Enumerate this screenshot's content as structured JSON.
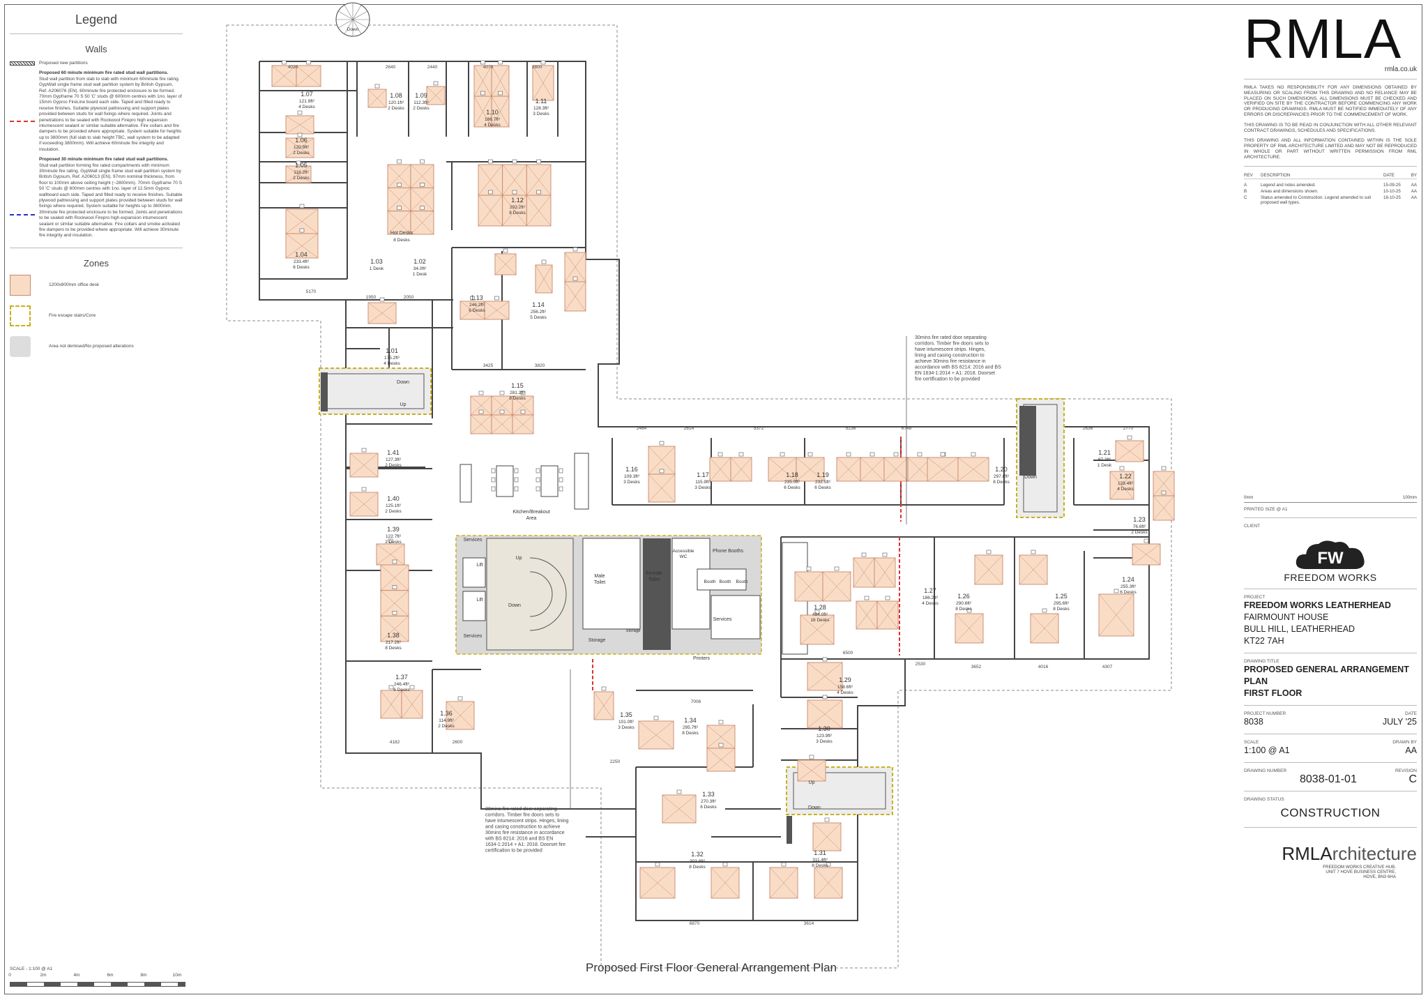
{
  "legend": {
    "title": "Legend",
    "walls_heading": "Walls",
    "items": [
      {
        "title": "",
        "text": "Proposed new partitions"
      },
      {
        "title": "Proposed 60 minute minimum fire rated stud wall partitions.",
        "text": "Stud wall partition from slab to slab with minimum 60minute fire rating. GypWall single frame stud wall partition system by British Gypsum, Ref. A206076 (EN). 60minute fire protected enclosure to be formed. 70mm Gypframe 70 S 50 'C' studs @ 600mm centres with 1no. layer of 15mm Gyproc FireLine board each side. Taped and filled ready to receive finishes. Suitable plywood pattressing and support plates provided between studs for wall fixings where required. Joints and penetrations to be sealed with Rockwool Firepro high expansion intumescent sealant or similar suitable alternative. Fire collars and fire dampers to be provided where appropriate. System suitable for heights up to 3800mm (full slab to slab height TBC, wall system to be adapted if exceeding 3800mm). Will achieve 60minute fire integrity and insulation."
      },
      {
        "title": "Proposed 30 minute minimum fire rated stud wall partitions.",
        "text": "Stud wall partition forming fire rated compartments with minimum 30minute fire rating. GypWall single frame stud wall partition system by British Gypsum, Ref. A206013 (EN). 97mm nominal thickness, from floor to 100mm above ceiling height (~2800mm). 70mm Gypframe 70 S 50 'C' studs @ 600mm centres with 1no. layer of 12.5mm Gyproc wallboard each side. Taped and filled ready to receive finishes. Suitable plywood pattressing and support plates provided between studs for wall fixings where required. System suitable for heights up to 3600mm. 30minute fire protected enclosure to be formed. Joints and penetrations to be sealed with Rockwool Firepro high expansion intumescent sealant or similar suitable alternative. Fire collars and smoke activated fire dampers to be provided where appropriate. Will achieve 30minute fire integrity and insulation."
      }
    ],
    "zones_heading": "Zones",
    "zones": [
      {
        "label": "1200x800mm office desk"
      },
      {
        "label": "Fire escape stairs/Core"
      },
      {
        "label": "Area not demised/No proposed alterations"
      }
    ]
  },
  "scale_bar": {
    "label": "SCALE - 1:100 @ A1",
    "ticks": [
      "0",
      "2m",
      "4m",
      "6m",
      "8m",
      "10m"
    ]
  },
  "plan": {
    "caption": "Proposed First Floor General Arrangement Plan",
    "rooms": [
      {
        "id": "1.07",
        "area": "121.9ft²",
        "desks": "4 Desks"
      },
      {
        "id": "1.06",
        "area": "120.9ft²",
        "desks": "2 Desks"
      },
      {
        "id": "1.05",
        "area": "118.2ft²",
        "desks": "2 Desks"
      },
      {
        "id": "1.04",
        "area": "233.4ft²",
        "desks": "6 Desks"
      },
      {
        "id": "1.08",
        "area": "120.1ft²",
        "desks": "2 Desks"
      },
      {
        "id": "1.09",
        "area": "112.3ft²",
        "desks": "2 Desks"
      },
      {
        "id": "1.10",
        "area": "186.7ft²",
        "desks": "4 Desks"
      },
      {
        "id": "1.11",
        "area": "128.3ft²",
        "desks": "3 Desks"
      },
      {
        "id": "1.12",
        "area": "292.2ft²",
        "desks": "8 Desks"
      },
      {
        "id": "1.13",
        "area": "246.2ft²",
        "desks": "6 Desks"
      },
      {
        "id": "1.14",
        "area": "256.2ft²",
        "desks": "5 Desks"
      },
      {
        "id": "1.15",
        "area": "281.2ft²",
        "desks": "8 Desks"
      },
      {
        "id": "1.01",
        "area": "175.2ft²",
        "desks": "4 Desks"
      },
      {
        "id": "1.41",
        "area": "127.3ft²",
        "desks": "2 Desks"
      },
      {
        "id": "1.40",
        "area": "125.1ft²",
        "desks": "2 Desks"
      },
      {
        "id": "1.39",
        "area": "122.7ft²",
        "desks": "2 Desks"
      },
      {
        "id": "1.38",
        "area": "217.2ft²",
        "desks": "8 Desks"
      },
      {
        "id": "1.37",
        "area": "246.4ft²",
        "desks": "6 Desks"
      },
      {
        "id": "1.36",
        "area": "114.9ft²",
        "desks": "2 Desks"
      },
      {
        "id": "1.16",
        "area": "109.3ft²",
        "desks": "3 Desks"
      },
      {
        "id": "1.17",
        "area": "115.9ft²",
        "desks": "3 Desks"
      },
      {
        "id": "1.18",
        "area": "235.0ft²",
        "desks": "6 Desks"
      },
      {
        "id": "1.19",
        "area": "232.5ft²",
        "desks": "6 Desks"
      },
      {
        "id": "1.20",
        "area": "297.8ft²",
        "desks": "8 Desks"
      },
      {
        "id": "1.21",
        "area": "87.2ft²",
        "desks": "1 Desk"
      },
      {
        "id": "1.22",
        "area": "128.4ft²",
        "desks": "4 Desks"
      },
      {
        "id": "1.23",
        "area": "76.6ft²",
        "desks": "2 Desks"
      },
      {
        "id": "1.24",
        "area": "255.3ft²",
        "desks": "6 Desks"
      },
      {
        "id": "1.25",
        "area": "295.6ft²",
        "desks": "8 Desks"
      },
      {
        "id": "1.26",
        "area": "290.6ft²",
        "desks": "8 Desks"
      },
      {
        "id": "1.27",
        "area": "186.2ft²",
        "desks": "4 Desks"
      },
      {
        "id": "1.28",
        "area": "484.0ft²",
        "desks": "16 Desks"
      },
      {
        "id": "1.29",
        "area": "158.6ft²",
        "desks": "4 Desks"
      },
      {
        "id": "1.30",
        "area": "123.9ft²",
        "desks": "3 Desks"
      },
      {
        "id": "1.31",
        "area": "311.4ft²",
        "desks": "8 Desks"
      },
      {
        "id": "1.32",
        "area": "303.8ft²",
        "desks": "8 Desks"
      },
      {
        "id": "1.33",
        "area": "270.3ft²",
        "desks": "6 Desks"
      },
      {
        "id": "1.34",
        "area": "295.7ft²",
        "desks": "8 Desks"
      },
      {
        "id": "1.35",
        "area": "101.0ft²",
        "desks": "3 Desks"
      },
      {
        "id": "1.02",
        "area": "34.0ft²",
        "desks": "1 Desk"
      },
      {
        "id": "1.03",
        "area": "",
        "desks": "1 Desk"
      }
    ],
    "labels": {
      "hot_desks": "Hot Desks",
      "hot_desks_count": "8 Desks",
      "kitchen": "Kitchen/Breakout",
      "kitchen2": "Area",
      "phone_booths": "Phone Booths",
      "booth": "Booth",
      "services": "Services",
      "lift": "Lift",
      "up": "Up",
      "down": "Down",
      "male_toilet": "Male",
      "toilet": "Toilet",
      "female_toilet": "Female",
      "accessible": "Accessible",
      "wc": "WC",
      "storage": "Storage",
      "printers": "Printers"
    },
    "dimensions": [
      "4020",
      "2640",
      "2440",
      "4070",
      "2800",
      "5170",
      "2464",
      "2614",
      "5372",
      "5236",
      "6748",
      "2636",
      "2770",
      "2250",
      "2600",
      "4182",
      "7006",
      "6870",
      "3614",
      "2530",
      "3652",
      "4016",
      "4307",
      "1950",
      "2050",
      "3425",
      "3820",
      "6500"
    ],
    "note_right": "30mins fire rated door separating corridors. Timber fire doors sets to have intumescent strips. Hinges, lining and casing construction to achieve 30mins fire resistance in accordance with BS 8214: 2016 and BS EN 1634-1:2014 + A1: 2018. Doorset fire certification to be provided",
    "note_bottom": "30mins fire rated door separating corridors. Timber fire doors sets to have intumescent strips. Hinges, lining and casing construction to achieve 30mins fire resistance in accordance with BS 8214: 2016 and BS EN 1634-1:2014 + A1: 2018. Doorset fire certification to be provided"
  },
  "title_block": {
    "logo": "RMLA",
    "url": "rmla.co.uk",
    "disclaimer1": "RMLA TAKES NO RESPONSIBILITY FOR ANY DIMENSIONS OBTAINED BY MEASURING OR SCALING FROM THIS DRAWING AND NO RELIANCE MAY BE PLACED ON SUCH DIMENSIONS. ALL DIMENSIONS MUST BE CHECKED AND VERIFIED ON SITE BY THE CONTRACTOR BEFORE COMMENCING ANY WORK OR PRODUCING DRAWINGS. RMLA MUST BE NOTIFIED IMMEDIATELY OF ANY ERRORS OR DISCREPANCIES PRIOR TO THE COMMENCEMENT OF WORK.",
    "disclaimer2": "THIS DRAWING IS TO BE READ IN CONJUNCTION WITH ALL OTHER RELEVANT CONTRACT DRAWINGS, SCHEDULES AND SPECIFICATIONS.",
    "disclaimer3": "THIS DRAWING AND ALL INFORMATION CONTAINED WITHIN IS THE SOLE PROPERTY OF RML ARCHITECTURE LIMITED AND MAY NOT BE REPRODUCED IN WHOLE OR PART WITHOUT WRITTEN PERMISSION FROM RML ARCHITECTURE.",
    "rev_headers": {
      "rev": "REV",
      "desc": "DESCRIPTION",
      "date": "DATE",
      "by": "BY"
    },
    "revisions": [
      {
        "rev": "A",
        "desc": "Legend and notes amended.",
        "date": "15-09-25",
        "by": "AA"
      },
      {
        "rev": "B",
        "desc": "Areas and dimensions shown.",
        "date": "10-10-25",
        "by": "AA"
      },
      {
        "rev": "C",
        "desc": "Status amended to Construction. Legend amended to suit proposed wall types.",
        "date": "18-10-25",
        "by": "AA"
      }
    ],
    "mm0": "0mm",
    "mm100": "100mm",
    "printed_size": "PRINTED SIZE @ A1",
    "client_label": "CLIENT",
    "client_logo": "FW",
    "client_name": "FREEDOM WORKS",
    "project_label": "PROJECT",
    "project_lines": [
      "FREEDOM WORKS LEATHERHEAD",
      "FAIRMOUNT HOUSE",
      "BULL HILL, LEATHERHEAD",
      "KT22 7AH"
    ],
    "drawing_title_label": "DRAWING TITLE",
    "drawing_title": [
      "PROPOSED GENERAL ARRANGEMENT PLAN",
      "FIRST FLOOR"
    ],
    "project_number_label": "PROJECT NUMBER",
    "project_number": "8038",
    "date_label": "DATE",
    "date": "JULY '25",
    "scale_label": "SCALE",
    "scale": "1:100 @ A1",
    "drawn_by_label": "DRAWN BY",
    "drawn_by": "AA",
    "drawing_number_label": "DRAWING NUMBER",
    "drawing_number": "8038-01-01",
    "revision_label": "REVISION",
    "revision": "C",
    "status_label": "DRAWING STATUS",
    "status": "CONSTRUCTION",
    "footer_logo_a": "RMLA",
    "footer_logo_b": "rchitecture",
    "footer_address": [
      "FREEDOM WORKS CREATIVE HUB,",
      "UNIT 7 HOVE BUSINESS CENTRE,",
      "HOVE, BN3 6HA"
    ]
  },
  "colors": {
    "desk_fill": "#f9dcc6",
    "desk_stroke": "#c8876a",
    "fire60": "#e03030",
    "fire30": "#2030d0",
    "core": "#c9b020"
  }
}
